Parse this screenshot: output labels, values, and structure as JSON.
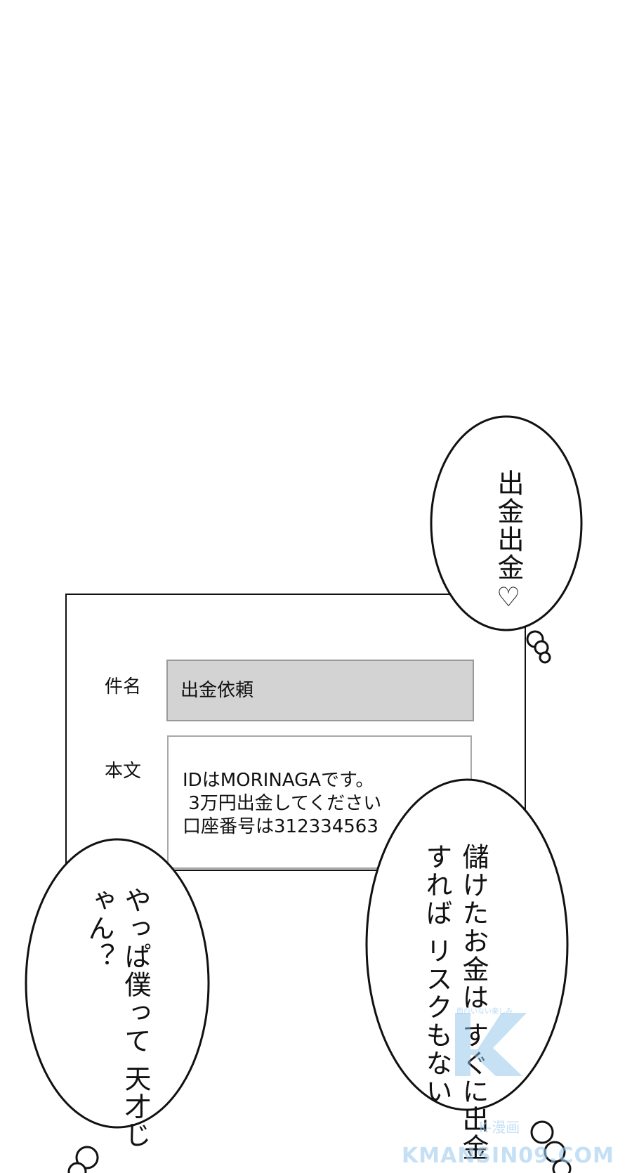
{
  "form": {
    "subject_label": "件名",
    "subject_value": "出金依頼",
    "body_label": "本文",
    "body_lines": [
      "IDはMORINAGAです。",
      " 3万円出金してください",
      "口座番号は312334563"
    ]
  },
  "bubbles": {
    "top_right": {
      "lines": [
        "出金出金♡"
      ]
    },
    "right": {
      "lines": [
        "儲けたお金は",
        "すぐに出金すれば",
        "リスクもない"
      ]
    },
    "left": {
      "lines": [
        "やっぱ僕って",
        "天才じゃん？"
      ]
    }
  },
  "watermark": {
    "tagline": "面白いない楽しみ",
    "brand": "K-漫画",
    "site": "KMANSIN09.COM"
  },
  "colors": {
    "subject_fill": "#d3d3d3",
    "ink": "#111111",
    "watermark": "#8ec2ea"
  }
}
